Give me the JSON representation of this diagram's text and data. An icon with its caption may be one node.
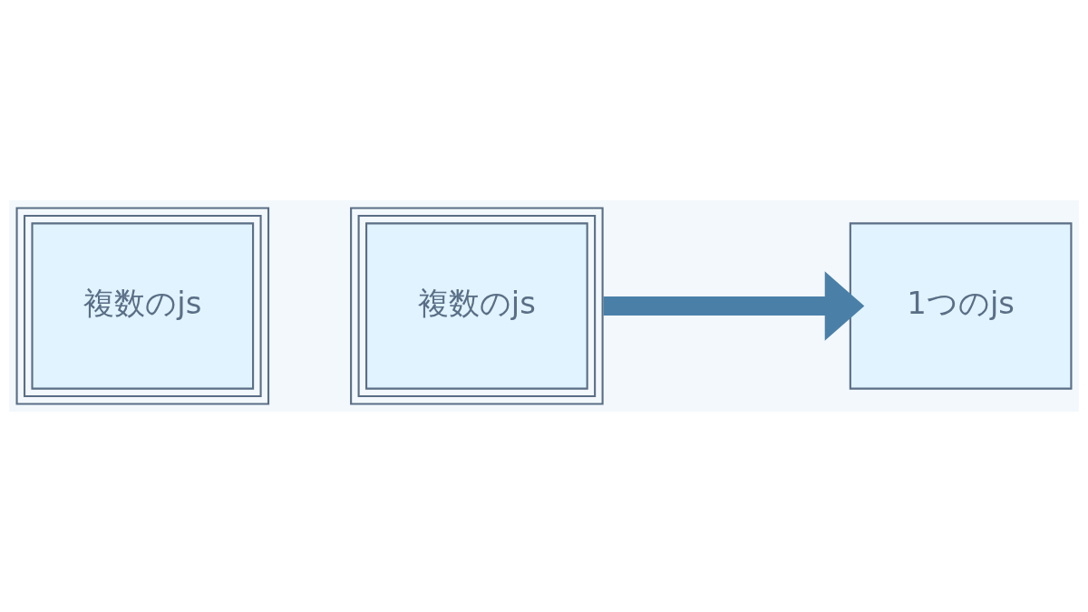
{
  "diagram": {
    "nodes": [
      {
        "text": [
          "複数のjs"
        ]
      },
      {
        "text": [
          "複数のjs"
        ]
      },
      {
        "text": [
          "1つのjs"
        ]
      }
    ],
    "edges": [
      {
        "from": 1,
        "to": 2,
        "arrow": "to"
      }
    ]
  }
}
